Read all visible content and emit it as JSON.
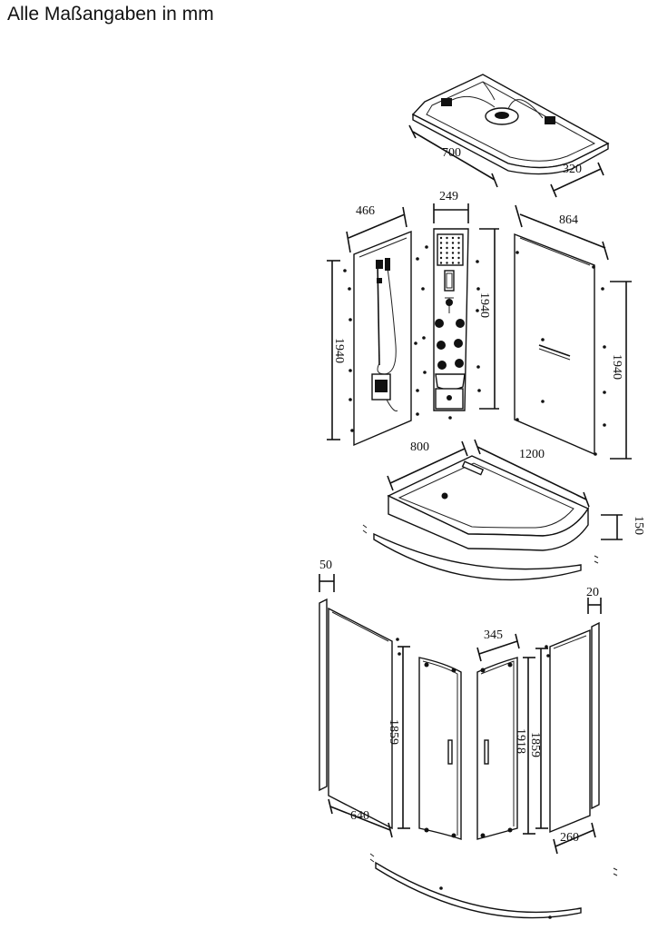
{
  "caption": "Alle Maßangaben in mm",
  "dimensions": {
    "roof_depth": "700",
    "roof_width": "320",
    "side_panel_width": "466",
    "side_panel_height": "1940",
    "column_width": "249",
    "column_height": "1940",
    "back_panel_width": "864",
    "back_panel_height": "1940",
    "tray_width": "800",
    "tray_length": "1200",
    "tray_height": "150",
    "left_frame_width": "50",
    "left_glass_width": "640",
    "left_glass_height": "1859",
    "door_width": "345",
    "door_height": "1918",
    "right_glass_height": "1859",
    "right_frame_width": "20",
    "right_glass_width": "260"
  }
}
